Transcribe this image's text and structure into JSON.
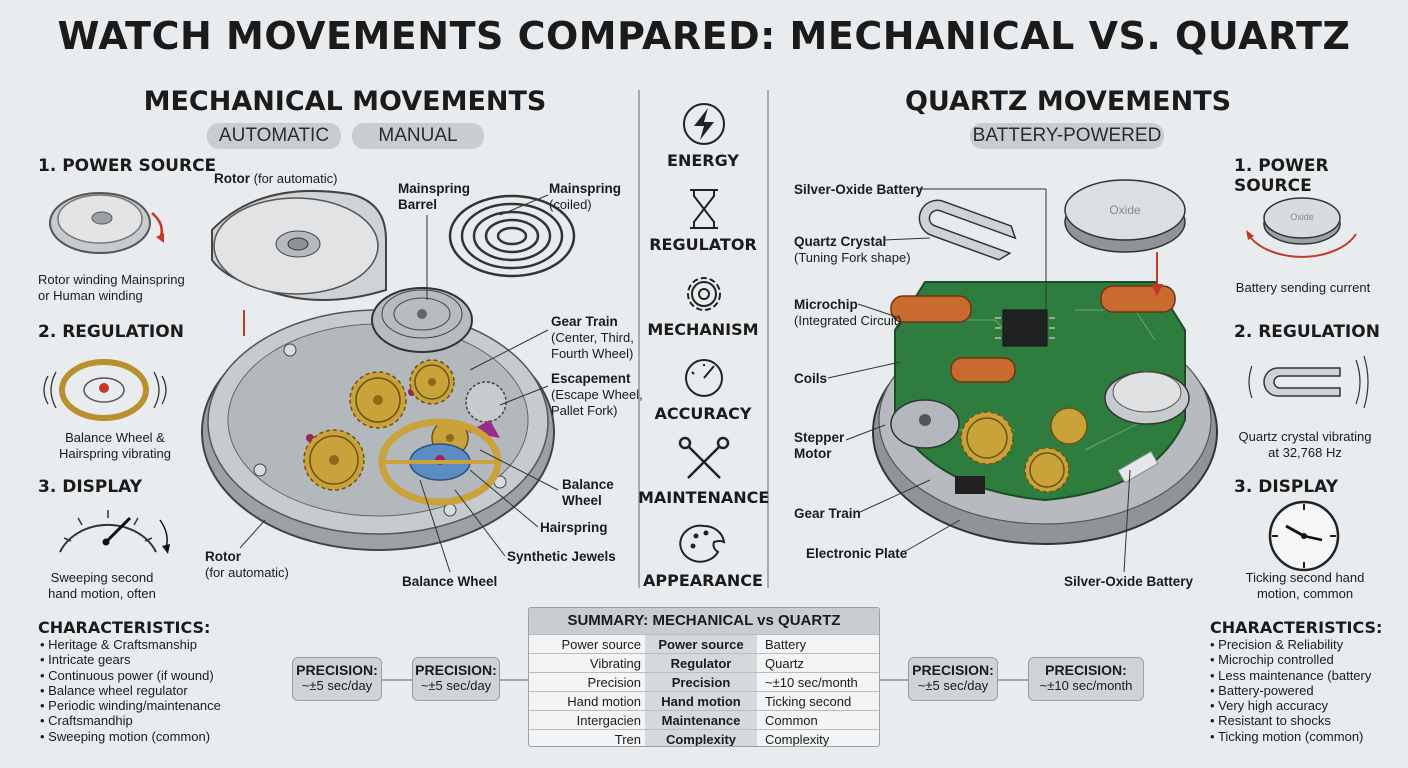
{
  "title": "WATCH MOVEMENTS COMPARED: MECHANICAL VS. QUARTZ",
  "mechanical": {
    "title": "MECHANICAL MOVEMENTS",
    "tags": [
      "AUTOMATIC",
      "MANUAL"
    ],
    "sections": [
      {
        "heading": "1. POWER SOURCE",
        "caption_1": "Rotor winding Mainspring",
        "caption_2": "or Human winding"
      },
      {
        "heading": "2. REGULATION",
        "caption_1": "Balance Wheel &",
        "caption_2": "Hairspring vibrating"
      },
      {
        "heading": "3. DISPLAY",
        "caption_1": "Sweeping second",
        "caption_2": "hand motion, often"
      }
    ],
    "labels": {
      "rotor_top": "Rotor",
      "rotor_top_sub": "(for automatic)",
      "barrel": "Mainspring",
      "barrel_2": "Barrel",
      "mainspring": "Mainspring",
      "mainspring_sub": "(coiled)",
      "gear_train": "Gear Train",
      "gear_train_sub1": "(Center, Third,",
      "gear_train_sub2": "Fourth Wheel)",
      "escapement": "Escapement",
      "escapement_sub1": "(Escape Wheel,",
      "escapement_sub2": "Pallet Fork)",
      "balance": "Balance",
      "balance_2": "Wheel",
      "hairspring": "Hairspring",
      "jewels": "Synthetic Jewels",
      "balance_bottom": "Balance Wheel",
      "rotor_bottom": "Rotor",
      "rotor_bottom_sub": "(for automatic)"
    },
    "characteristics_title": "CHARACTERISTICS:",
    "characteristics": [
      "Heritage & Craftsmanship",
      "Intricate gears",
      "Continuous power (if wound)",
      "Balance wheel regulator",
      "Periodic winding/maintenance",
      "Craftsmandhip",
      "Sweeping motion (common)"
    ],
    "precision": [
      {
        "label": "PRECISION:",
        "value": "~±5 sec/day"
      },
      {
        "label": "PRECISION:",
        "value": "~±5 sec/day"
      }
    ]
  },
  "middle": {
    "items": [
      {
        "label": "ENERGY",
        "icon": "energy-icon"
      },
      {
        "label": "REGULATOR",
        "icon": "hourglass-icon"
      },
      {
        "label": "MECHANISM",
        "icon": "gear-icon"
      },
      {
        "label": "ACCURACY",
        "icon": "gauge-icon"
      },
      {
        "label": "MAINTENANCE",
        "icon": "tools-icon"
      },
      {
        "label": "APPEARANCE",
        "icon": "palette-icon"
      }
    ]
  },
  "quartz": {
    "title": "QUARTZ MOVEMENTS",
    "tag": "BATTERY-POWERED",
    "sections": [
      {
        "heading": "1. POWER SOURCE",
        "caption_1": "Battery sending current",
        "caption_2": ""
      },
      {
        "heading": "2. REGULATION",
        "caption_1": "Quartz crystal vibrating",
        "caption_2": "at 32,768 Hz"
      },
      {
        "heading": "3. DISPLAY",
        "caption_1": "Ticking second hand",
        "caption_2": "motion, common"
      }
    ],
    "labels": {
      "battery_top": "Silver-Oxide Battery",
      "crystal": "Quartz Crystal",
      "crystal_sub": "(Tuning Fork shape)",
      "microchip": "Microchip",
      "microchip_sub": "(Integrated Circuit)",
      "coils": "Coils",
      "stepper": "Stepper",
      "stepper_2": "Motor",
      "gear_train": "Gear Train",
      "plate": "Electronic Plate",
      "battery_bottom": "Silver-Oxide Battery",
      "battery_text": "Oxide",
      "battery_small_text": "Oxide"
    },
    "characteristics_title": "CHARACTERISTICS:",
    "characteristics": [
      "Precision & Reliability",
      "Microchip controlled",
      "Less maintenance (battery",
      "Battery-powered",
      "Very high accuracy",
      "Resistant to shocks",
      "Ticking motion (common)"
    ],
    "precision": [
      {
        "label": "PRECISION:",
        "value": "~±5 sec/day"
      },
      {
        "label": "PRECISION:",
        "value": "~±10 sec/month"
      }
    ]
  },
  "summary": {
    "title": "SUMMARY: MECHANICAL vs QUARTZ",
    "rows": [
      {
        "left": "Power source",
        "mid": "Power source",
        "right": "Battery"
      },
      {
        "left": "Vibrating",
        "mid": "Regulator",
        "right": "Quartz"
      },
      {
        "left": "Precision",
        "mid": "Precision",
        "right": "~±10 sec/month"
      },
      {
        "left": "Hand motion",
        "mid": "Hand motion",
        "right": "Ticking second"
      },
      {
        "left": "Intergacien",
        "mid": "Maintenance",
        "right": "Common"
      },
      {
        "left": "Tren",
        "mid": "Complexity",
        "right": "Complexity"
      }
    ]
  },
  "colors": {
    "background": "#e9ecee",
    "accent_red": "#c0392b",
    "gold": "#c9a23a",
    "pcb_green": "#2f7d3e",
    "steel": "#b8bcc0"
  }
}
